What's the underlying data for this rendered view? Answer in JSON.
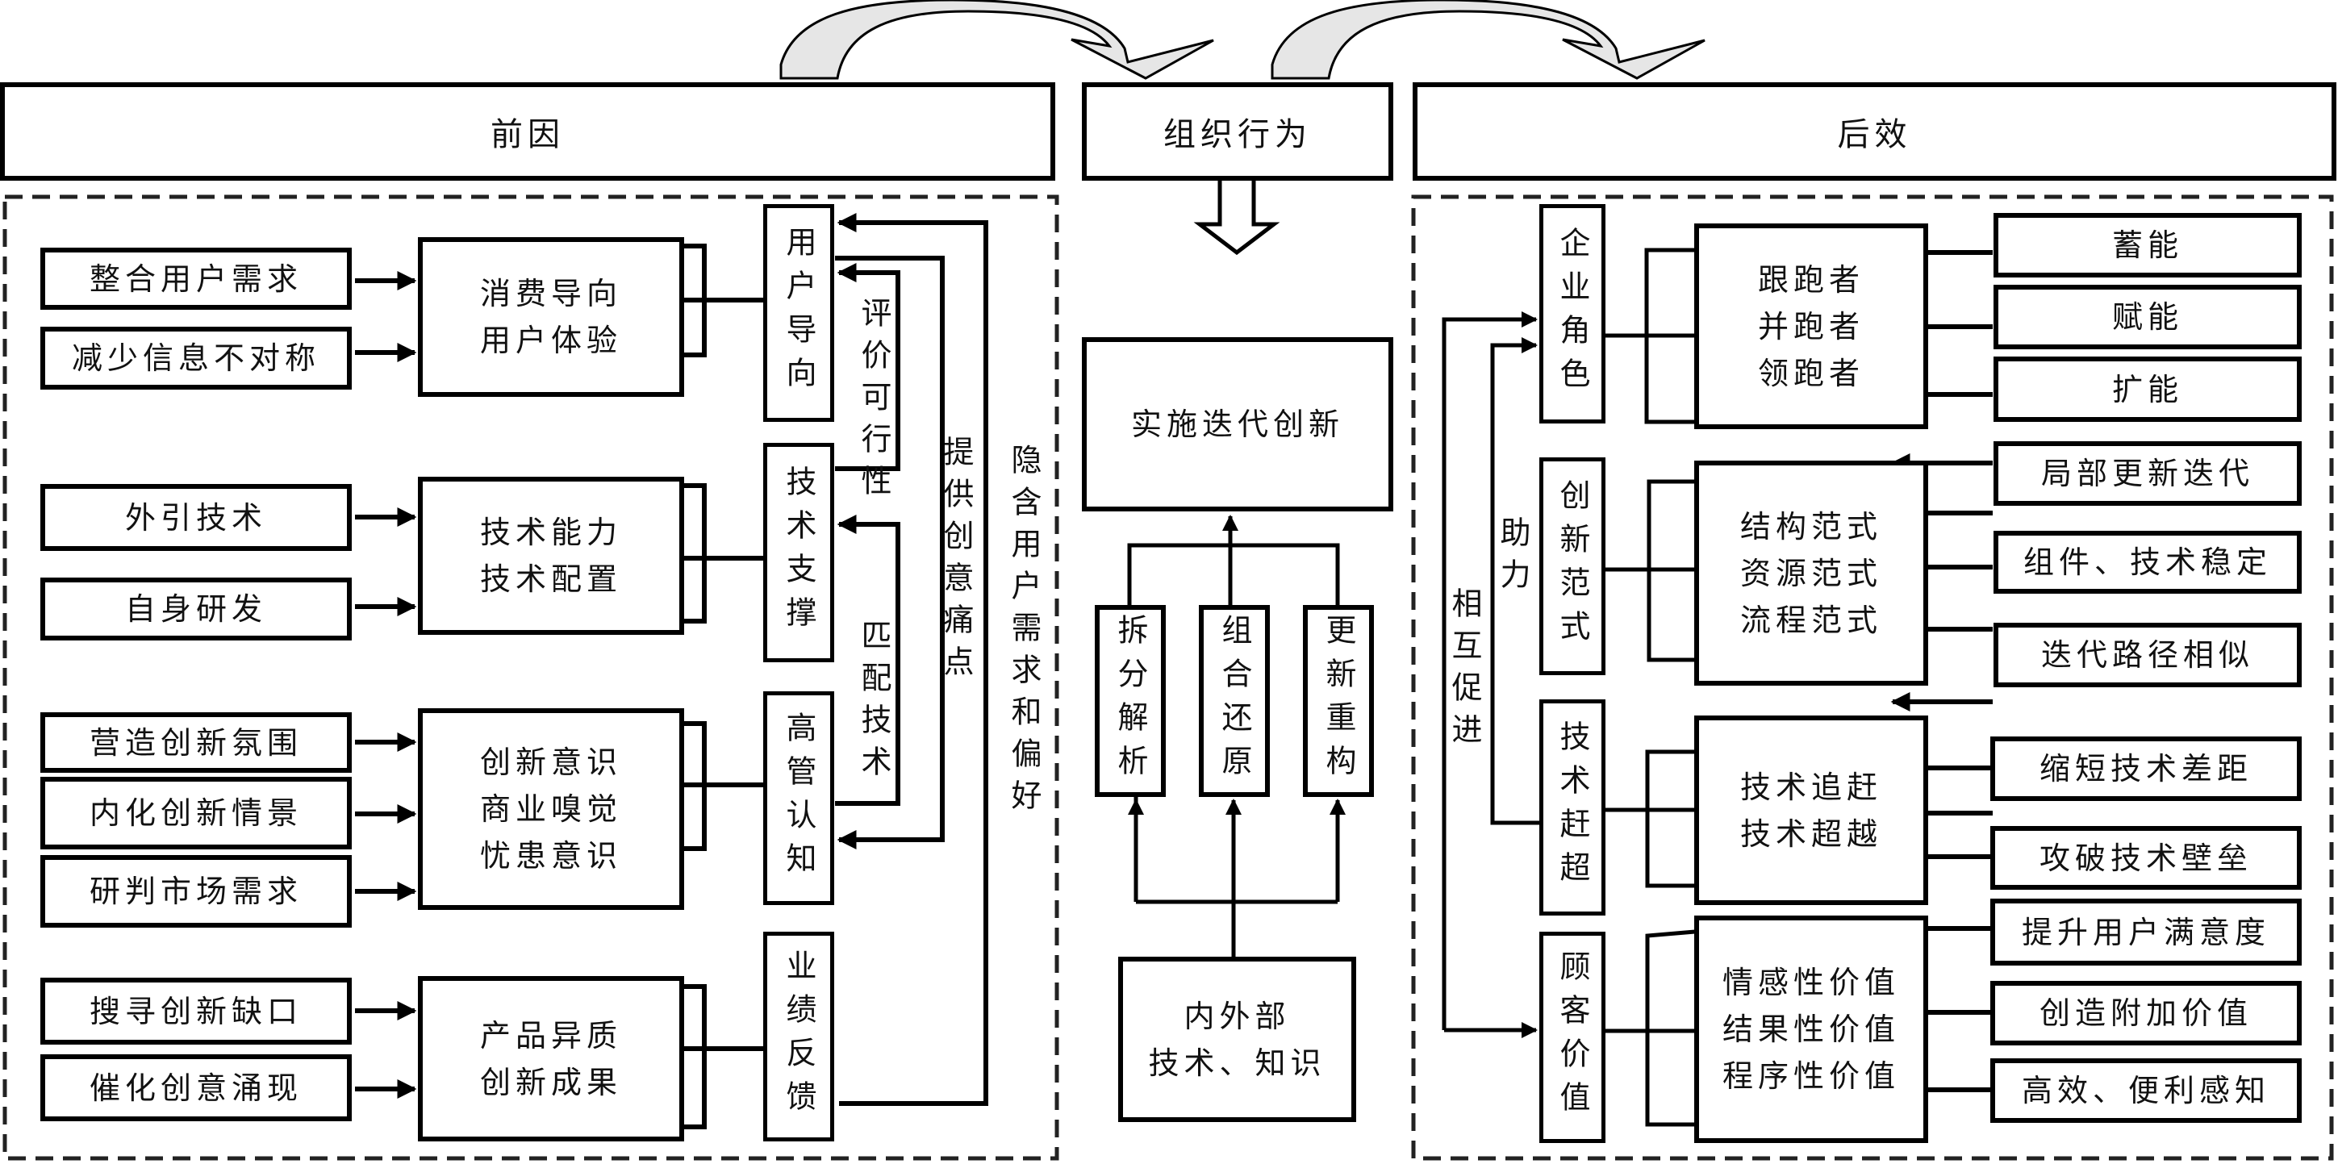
{
  "headers": {
    "antecedents": "前因",
    "organizational_behavior": "组织行为",
    "consequences": "后效"
  },
  "antecedents": {
    "groups": [
      {
        "inputs": [
          "整合用户需求",
          "减少信息不对称"
        ],
        "factor": "消费导向\n用户体验",
        "dimension": "用户导向"
      },
      {
        "inputs": [
          "外引技术",
          "自身研发"
        ],
        "factor": "技术能力\n技术配置",
        "dimension": "技术支撑"
      },
      {
        "inputs": [
          "营造创新氛围",
          "内化创新情景",
          "研判市场需求"
        ],
        "factor": "创新意识\n商业嗅觉\n忧患意识",
        "dimension": "高管认知"
      },
      {
        "inputs": [
          "搜寻创新缺口",
          "催化创意涌现"
        ],
        "factor": "产品异质\n创新成果",
        "dimension": "业绩反馈"
      }
    ],
    "feedback_labels": {
      "evaluate_feasibility": "评价可行性",
      "match_technology": "匹配技术",
      "provide_pain_points": "提供创意痛点",
      "implicit_needs": "隐含用户需求和偏好"
    }
  },
  "behavior": {
    "core": "实施迭代创新",
    "modes": [
      "拆分解析",
      "组合还原",
      "更新重构"
    ],
    "source": "内外部\n技术、知识"
  },
  "consequences": {
    "groups": [
      {
        "dimension": "企业角色",
        "outcome": "跟跑者\n并跑者\n领跑者",
        "drivers": [
          "蓄能",
          "赋能",
          "扩能"
        ]
      },
      {
        "dimension": "创新范式",
        "outcome": "结构范式\n资源范式\n流程范式",
        "drivers": [
          "局部更新迭代",
          "组件、技术稳定",
          "迭代路径相似"
        ]
      },
      {
        "dimension": "技术赶超",
        "outcome": "技术追赶\n技术超越",
        "drivers": [
          "缩短技术差距",
          "攻破技术壁垒"
        ]
      },
      {
        "dimension": "顾客价值",
        "outcome": "情感性价值\n结果性价值\n程序性价值",
        "drivers": [
          "提升用户满意度",
          "创造附加价值",
          "高效、便利感知"
        ]
      }
    ],
    "link_labels": {
      "assist": "助力",
      "mutual_promotion": "相互促进"
    }
  },
  "colors": {
    "stroke": "#000000",
    "arrow_fill": "#e6e6e6",
    "background": "#ffffff"
  }
}
